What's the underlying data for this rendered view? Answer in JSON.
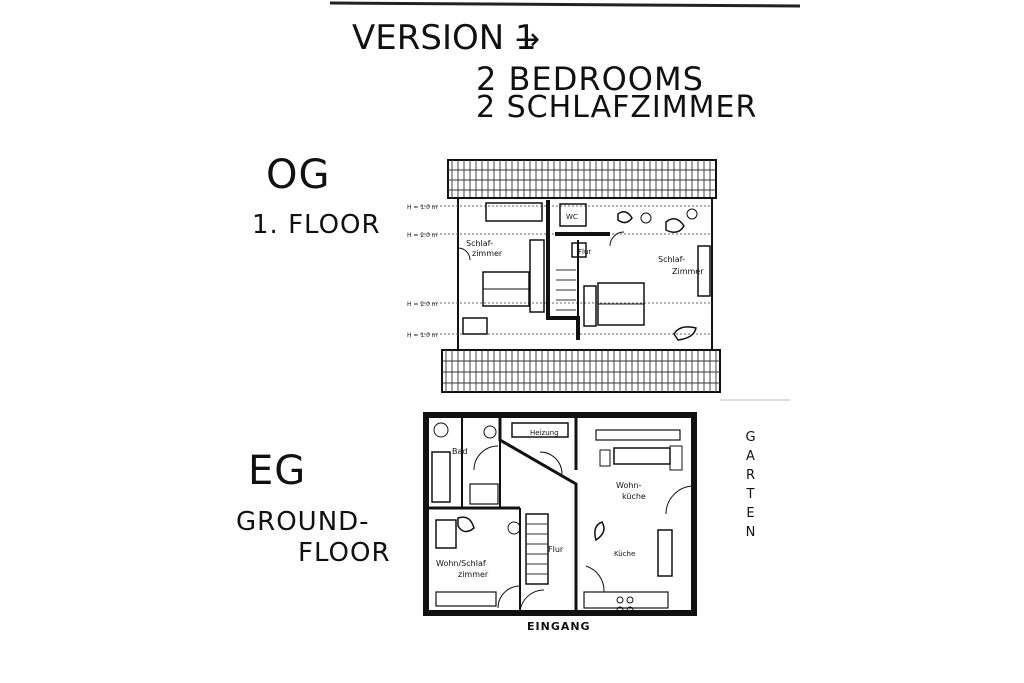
{
  "header": {
    "version": "VERSION 1",
    "arrow": "→",
    "line_en": "2 BEDROOMS",
    "line_de": "2 SCHLAFZIMMER"
  },
  "upper_floor": {
    "code": "OG",
    "name": "1. FLOOR",
    "heights": [
      "H = 1.0 m",
      "H = 2.0 m",
      "H = 2.0 m",
      "H = 1.0 m"
    ],
    "rooms": {
      "bedroom_left": "Schlaf-\nzimmer",
      "wc": "WC",
      "hall": "Flur",
      "bedroom_right": "Schlaf-\nZimmer"
    }
  },
  "ground_floor": {
    "code": "EG",
    "name_line1": "GROUND-",
    "name_line2": "FLOOR",
    "rooms": {
      "bath": "Bad",
      "heating": "Heizung",
      "living_kitchen": "Wohn-\nküche",
      "living_sleeping": "Wohn/Schlaf\nzimmer",
      "hall": "Flur",
      "kitchen": "Küche"
    },
    "entrance": "EINGANG",
    "garden": "GARTEN"
  }
}
